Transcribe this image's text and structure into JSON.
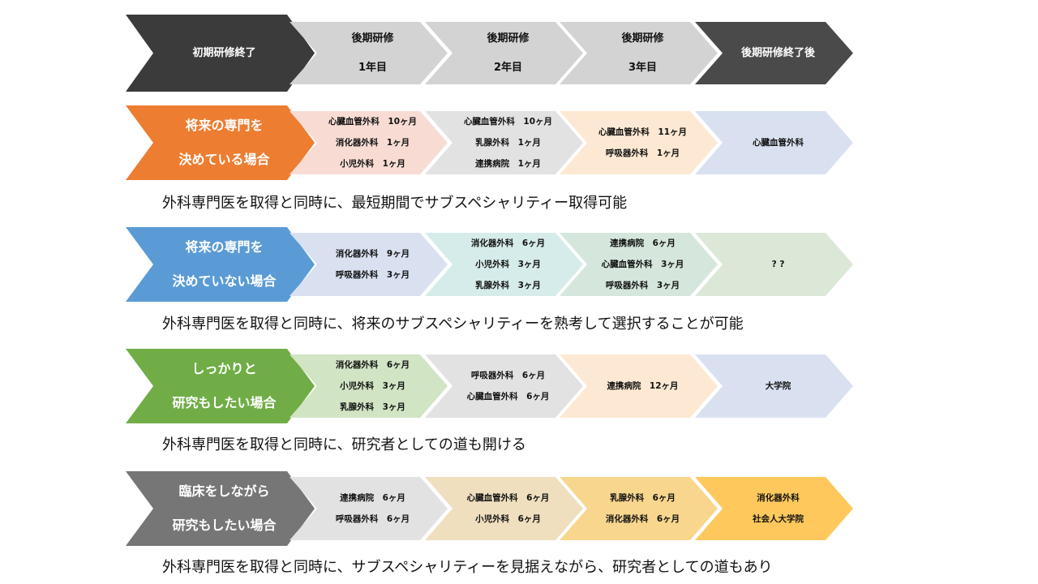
{
  "header": [
    {
      "lines": [
        "初期研修終了"
      ],
      "color": "#3b3b3b",
      "dark": true
    },
    {
      "lines": [
        "後期研修",
        "1年目"
      ],
      "color": "#d3d3d3"
    },
    {
      "lines": [
        "後期研修",
        "2年目"
      ],
      "color": "#d3d3d3"
    },
    {
      "lines": [
        "後期研修",
        "3年目"
      ],
      "color": "#d3d3d3"
    },
    {
      "lines": [
        "後期研修終了後"
      ],
      "color": "#4a4a4a",
      "dark": true
    }
  ],
  "rows": [
    {
      "lead": {
        "lines": [
          "将来の専門を",
          "決めている場合"
        ],
        "color": "#ed7d31"
      },
      "cells": [
        {
          "lines": [
            "心臓血管外科　10ヶ月",
            "消化器外科　1ヶ月",
            "小児外科　1ヶ月"
          ],
          "color": "#f8dcd4"
        },
        {
          "lines": [
            "心臓血管外科　10ヶ月",
            "乳腺外科　1ヶ月",
            "連携病院　1ヶ月"
          ],
          "color": "#e2e2e2"
        },
        {
          "lines": [
            "心臓血管外科　11ヶ月",
            "呼吸器外科　1ヶ月"
          ],
          "color": "#fde9d3"
        },
        {
          "lines": [
            "心臓血管外科"
          ],
          "color": "#d9e1f1"
        }
      ],
      "caption": "外科専門医を取得と同時に、最短期間でサブスペシャリティー取得可能"
    },
    {
      "lead": {
        "lines": [
          "将来の専門を",
          "決めていない場合"
        ],
        "color": "#5b9bd5"
      },
      "cells": [
        {
          "lines": [
            "消化器外科　9ヶ月",
            "呼吸器外科　3ヶ月"
          ],
          "color": "#d9e1f1"
        },
        {
          "lines": [
            "消化器外科　6ヶ月",
            "小児外科　3ヶ月",
            "乳腺外科　3ヶ月"
          ],
          "color": "#d6ecea"
        },
        {
          "lines": [
            "連携病院　6ヶ月",
            "心臓血管外科　3ヶ月",
            "呼吸器外科　3ヶ月"
          ],
          "color": "#d5e7dc"
        },
        {
          "lines": [
            "? ?"
          ],
          "color": "#dbe8d8"
        }
      ],
      "caption": "外科専門医を取得と同時に、将来のサブスペシャリティーを熟考して選択することが可能"
    },
    {
      "lead": {
        "lines": [
          "しっかりと",
          "研究もしたい場合"
        ],
        "color": "#70ad47"
      },
      "cells": [
        {
          "lines": [
            "消化器外科　6ヶ月",
            "小児外科　3ヶ月",
            "乳腺外科　3ヶ月"
          ],
          "color": "#d1e4c4"
        },
        {
          "lines": [
            "呼吸器外科　6ヶ月",
            "心臓血管外科　6ヶ月"
          ],
          "color": "#e2e2e2"
        },
        {
          "lines": [
            "連携病院　12ヶ月"
          ],
          "color": "#fde9d3"
        },
        {
          "lines": [
            "大学院"
          ],
          "color": "#d9e1f1"
        }
      ],
      "caption": "外科専門医を取得と同時に、研究者としての道も開ける"
    },
    {
      "lead": {
        "lines": [
          "臨床をしながら",
          "研究もしたい場合"
        ],
        "color": "#767676"
      },
      "cells": [
        {
          "lines": [
            "連携病院　6ヶ月",
            "呼吸器外科　6ヶ月"
          ],
          "color": "#e2e2e2"
        },
        {
          "lines": [
            "心臓血管外科　6ヶ月",
            "小児外科　6ヶ月"
          ],
          "color": "#efdfbf"
        },
        {
          "lines": [
            "乳腺外科　6ヶ月",
            "消化器外科　6ヶ月"
          ],
          "color": "#f8d68e"
        },
        {
          "lines": [
            "消化器外科",
            "社会人大学院"
          ],
          "color": "#fec85c"
        }
      ],
      "caption": "外科専門医を取得と同時に、サブスペシャリティーを見据えながら、研究者としての道もあり"
    }
  ]
}
